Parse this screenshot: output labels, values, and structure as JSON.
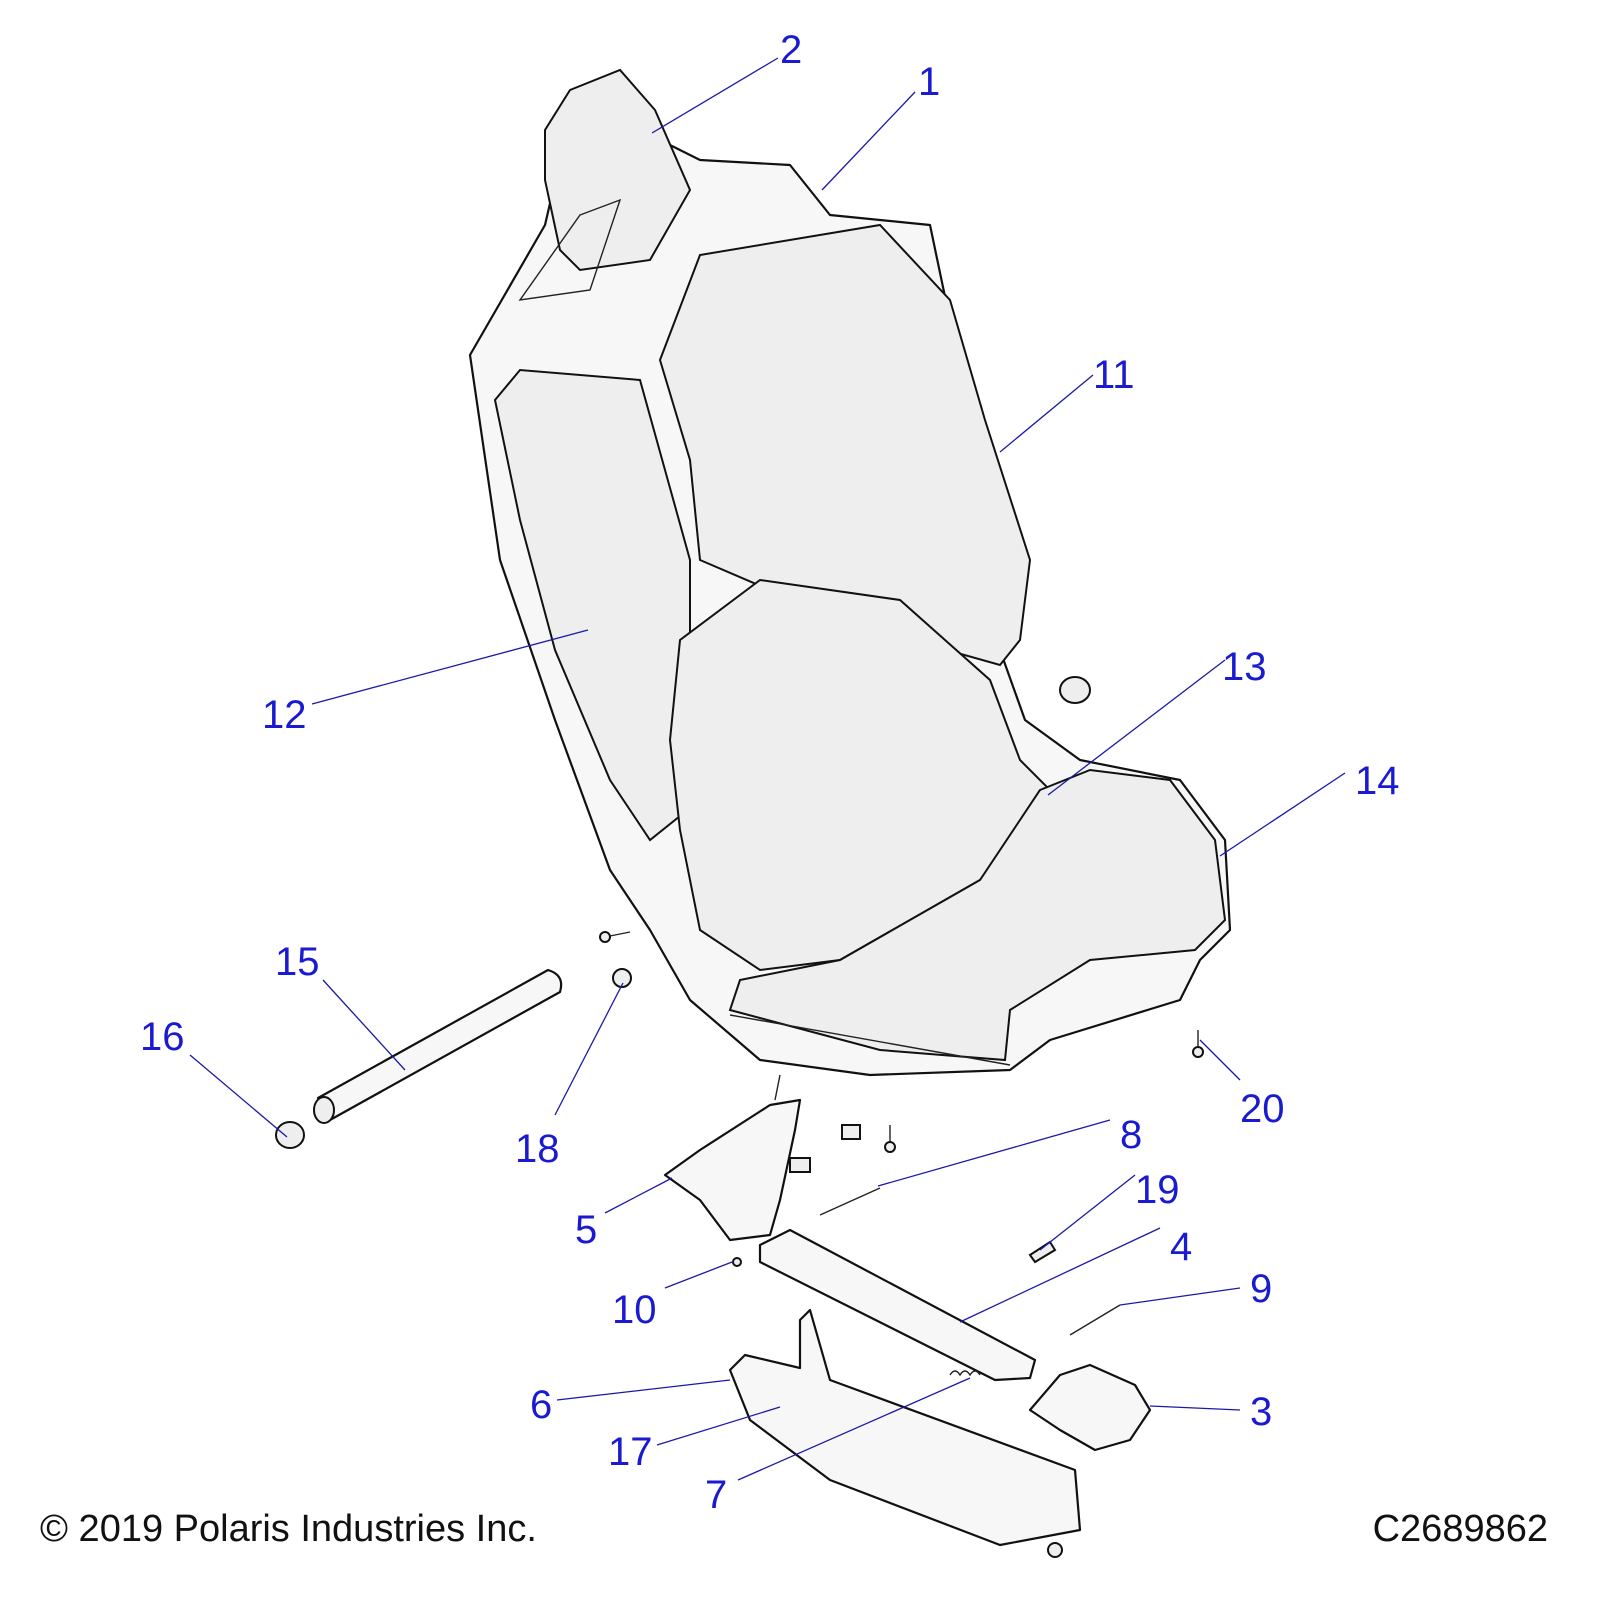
{
  "diagram": {
    "title": "Seat assembly exploded parts diagram",
    "callouts": [
      "1",
      "2",
      "3",
      "4",
      "5",
      "6",
      "7",
      "8",
      "9",
      "10",
      "11",
      "12",
      "13",
      "14",
      "15",
      "16",
      "17",
      "18",
      "19",
      "20"
    ],
    "accent_color": "#1a1ad0"
  },
  "footer": {
    "copyright": "© 2019 Polaris Industries Inc.",
    "drawing_id": "C2689862"
  }
}
